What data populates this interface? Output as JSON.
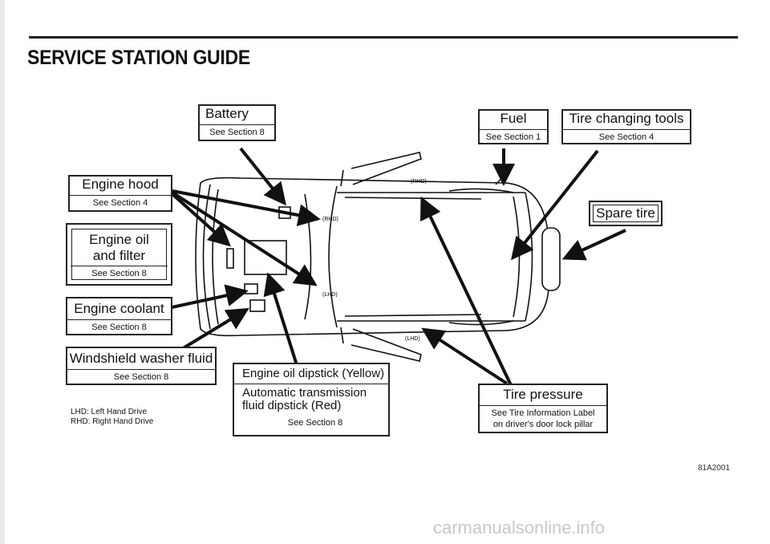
{
  "page_title": "SERVICE STATION GUIDE",
  "callouts": {
    "battery": {
      "title": "Battery",
      "sub": "See Section 8"
    },
    "fuel": {
      "title": "Fuel",
      "sub": "See Section 1"
    },
    "tire_tools": {
      "title": "Tire changing tools",
      "sub": "See Section 4"
    },
    "engine_hood": {
      "title": "Engine hood",
      "sub": "See Section 4"
    },
    "spare_tire": {
      "title": "Spare tire"
    },
    "engine_oil": {
      "title1": "Engine oil",
      "title2": "and filter",
      "sub": "See Section 8"
    },
    "coolant": {
      "title": "Engine coolant",
      "sub": "See Section 8"
    },
    "washer": {
      "title": "Windshield washer fluid",
      "sub": "See Section 8"
    },
    "dipstick": {
      "line1": "Engine oil dipstick (Yellow)",
      "line2": "Automatic transmission",
      "line3": "fluid dipstick (Red)",
      "sub": "See Section 8"
    },
    "tire_pressure": {
      "title": "Tire pressure",
      "sub1": "See Tire Information Label",
      "sub2": "on driver's door lock pillar"
    }
  },
  "car_labels": {
    "rhd_battery": "(RHD)",
    "lhd_battery": "(LHD)",
    "rhd_door": "(RHD)",
    "lhd_door": "(LHD)"
  },
  "legend": {
    "lhd": "LHD: Left Hand Drive",
    "rhd": "RHD: Right Hand Drive"
  },
  "figure_code": "81A2001",
  "watermark": "carmanualsonline.info"
}
